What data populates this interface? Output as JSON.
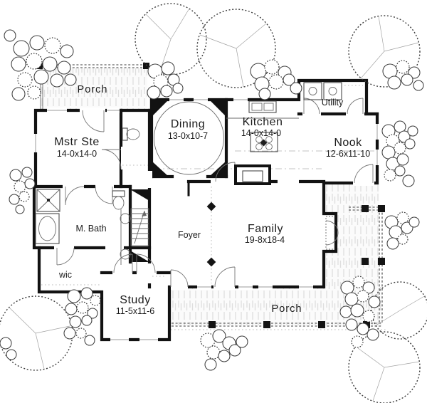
{
  "drawing": {
    "type": "house-floor-plan",
    "colors": {
      "wall": "#121212",
      "background": "#ffffff",
      "porch_texture": "#dedede",
      "landscape_line": "#3d3d3d"
    },
    "rooms": {
      "porch_top": {
        "name": "Porch"
      },
      "mstr_ste": {
        "name": "Mstr Ste",
        "dims": "14-0x14-0"
      },
      "dining": {
        "name": "Dining",
        "dims": "13-0x10-7"
      },
      "kitchen": {
        "name": "Kitchen",
        "dims": "14-0x14-0"
      },
      "utility": {
        "name": "Utility"
      },
      "nook": {
        "name": "Nook",
        "dims": "12-6x11-10"
      },
      "m_bath": {
        "name": "M. Bath"
      },
      "foyer": {
        "name": "Foyer"
      },
      "family": {
        "name": "Family",
        "dims": "19-8x18-4"
      },
      "wic": {
        "name": "wic"
      },
      "study": {
        "name": "Study",
        "dims": "11-5x11-6"
      },
      "porch_front": {
        "name": "Porch"
      }
    }
  }
}
